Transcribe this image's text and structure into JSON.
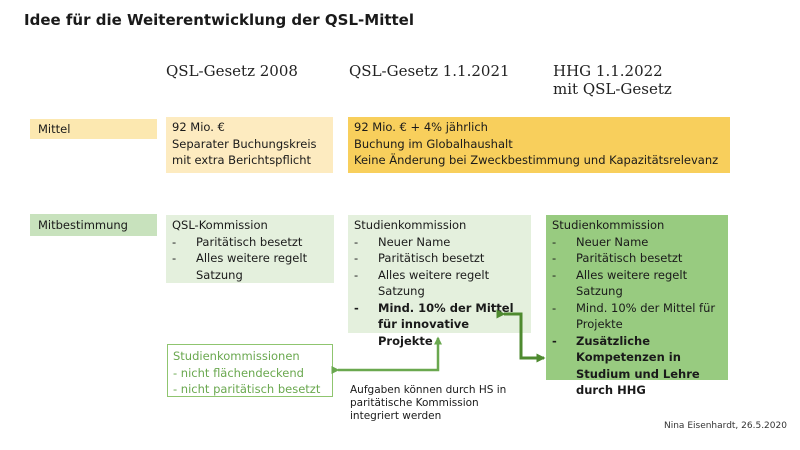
{
  "title": "Idee für die Weiterentwicklung der QSL-Mittel",
  "columns": {
    "c2008": "QSL-Gesetz 2008",
    "c2021": "QSL-Gesetz 1.1.2021",
    "c2022_line1": "HHG 1.1.2022",
    "c2022_line2": "mit QSL-Gesetz"
  },
  "rows": {
    "mittel": "Mittel",
    "mitbestimmung": "Mitbestimmung"
  },
  "mittel": {
    "m2008": [
      "92 Mio. €",
      "Separater Buchungskreis",
      "mit extra Berichtspflicht"
    ],
    "m2021": [
      "92 Mio. € + 4% jährlich",
      "Buchung  im Globalhaushalt",
      "Keine Änderung  bei Zweckbestimmung  und  Kapazitätsrelevanz"
    ]
  },
  "mitbestimmung": {
    "k2008": {
      "head": "QSL-Kommission",
      "items": [
        "Paritätisch  besetzt",
        "Alles weitere regelt Satzung"
      ]
    },
    "k2021": {
      "head": "Studienkommission",
      "items": [
        "Neuer Name",
        "Paritätisch  besetzt",
        "Alles weitere regelt Satzung"
      ],
      "bold_item": "Mind. 10% der Mittel für innovative  Projekte"
    },
    "k2022": {
      "head": "Studienkommission",
      "items": [
        "Neuer Name",
        "Paritätisch  besetzt",
        "Alles weitere regelt Satzung",
        "Mind. 10% der Mittel für Projekte"
      ],
      "bold_item": "Zusätzliche Kompetenzen in Studium und Lehre durch HHG"
    }
  },
  "studienkommissionen": [
    "Studienkommissionen",
    "- nicht flächendeckend",
    "- nicht paritätisch  besetzt"
  ],
  "note": "Aufgaben können durch HS in paritätische Kommission integriert werden",
  "author": "Nina Eisenhardt, 26.5.2020",
  "colors": {
    "dark_green": "#4e8a2f",
    "light_green": "#6aa84f",
    "yellow": "#f8cf5c",
    "pale_yellow": "#fdebc0",
    "pale_green": "#e4f0dd",
    "mid_green": "#98cb80"
  }
}
